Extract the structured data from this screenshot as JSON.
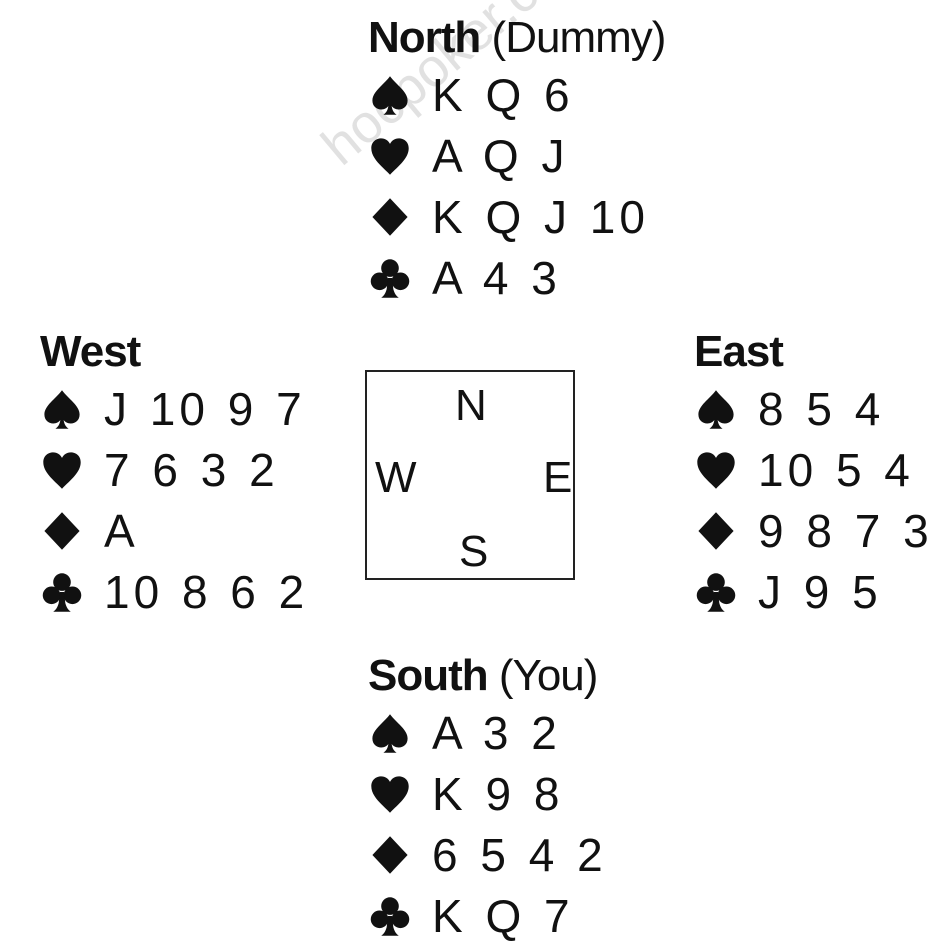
{
  "watermark": "hocpoker.com",
  "suit_icons": {
    "spades": "spade-icon",
    "hearts": "heart-icon",
    "diamonds": "diamond-icon",
    "clubs": "club-icon"
  },
  "hands": {
    "north": {
      "name": "North",
      "role": "(Dummy)",
      "spades": "K Q 6",
      "hearts": "A Q J",
      "diamonds": "K Q J 10",
      "clubs": "A 4 3"
    },
    "west": {
      "name": "West",
      "role": "",
      "spades": "J 10 9 7",
      "hearts": "7 6 3 2",
      "diamonds": "A",
      "clubs": "10 8 6 2"
    },
    "east": {
      "name": "East",
      "role": "",
      "spades": "8 5 4",
      "hearts": "10 5 4",
      "diamonds": "9 8 7 3",
      "clubs": "J 9 5"
    },
    "south": {
      "name": "South",
      "role": "(You)",
      "spades": "A 3 2",
      "hearts": "K 9 8",
      "diamonds": "6 5 4 2",
      "clubs": "K Q 7"
    }
  },
  "compass": {
    "n": "N",
    "s": "S",
    "w": "W",
    "e": "E"
  }
}
